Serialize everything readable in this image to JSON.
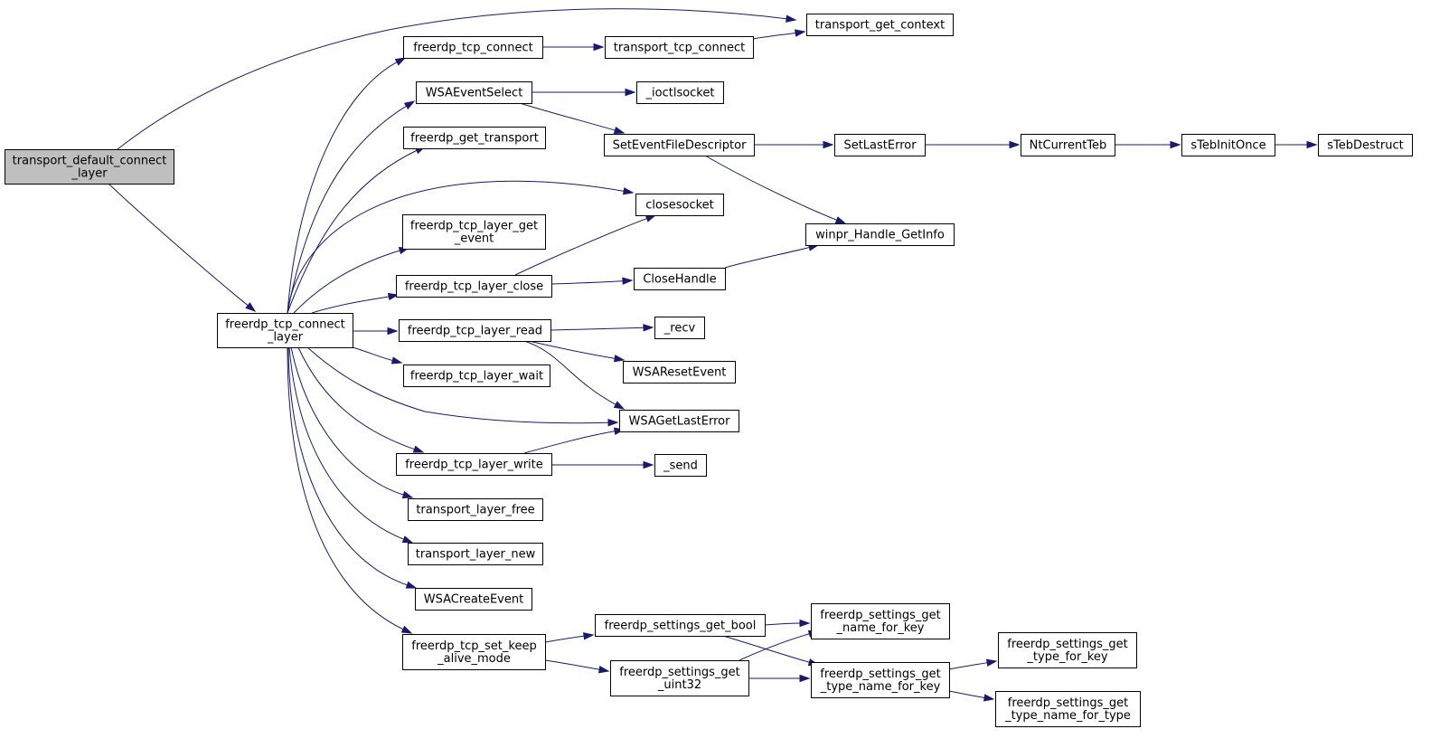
{
  "diagram": {
    "type": "call-graph",
    "edge_color": "#191970",
    "root_fill": "#bfbfbf",
    "nodes": [
      {
        "id": "tdcl",
        "label": [
          "transport_default_connect",
          "_layer"
        ],
        "root": true
      },
      {
        "id": "ftcl",
        "label": [
          "freerdp_tcp_connect",
          "_layer"
        ]
      },
      {
        "id": "ftc",
        "label": [
          "freerdp_tcp_connect"
        ]
      },
      {
        "id": "ttc",
        "label": [
          "transport_tcp_connect"
        ]
      },
      {
        "id": "tgc",
        "label": [
          "transport_get_context"
        ]
      },
      {
        "id": "wes",
        "label": [
          "WSAEventSelect"
        ]
      },
      {
        "id": "ioct",
        "label": [
          "_ioctlsocket"
        ]
      },
      {
        "id": "sefd",
        "label": [
          "SetEventFileDescriptor"
        ]
      },
      {
        "id": "sle",
        "label": [
          "SetLastError"
        ]
      },
      {
        "id": "nct",
        "label": [
          "NtCurrentTeb"
        ]
      },
      {
        "id": "stio",
        "label": [
          "sTebInitOnce"
        ]
      },
      {
        "id": "std",
        "label": [
          "sTebDestruct"
        ]
      },
      {
        "id": "fgt",
        "label": [
          "freerdp_get_transport"
        ]
      },
      {
        "id": "cs",
        "label": [
          "closesocket"
        ]
      },
      {
        "id": "whgi",
        "label": [
          "winpr_Handle_GetInfo"
        ]
      },
      {
        "id": "ftlge",
        "label": [
          "freerdp_tcp_layer_get",
          "_event"
        ]
      },
      {
        "id": "ftlc",
        "label": [
          "freerdp_tcp_layer_close"
        ]
      },
      {
        "id": "ch",
        "label": [
          "CloseHandle"
        ]
      },
      {
        "id": "ftlr",
        "label": [
          "freerdp_tcp_layer_read"
        ]
      },
      {
        "id": "recv",
        "label": [
          "_recv"
        ]
      },
      {
        "id": "wre",
        "label": [
          "WSAResetEvent"
        ]
      },
      {
        "id": "ftlwait",
        "label": [
          "freerdp_tcp_layer_wait"
        ]
      },
      {
        "id": "wgle",
        "label": [
          "WSAGetLastError"
        ]
      },
      {
        "id": "ftlw",
        "label": [
          "freerdp_tcp_layer_write"
        ]
      },
      {
        "id": "send",
        "label": [
          "_send"
        ]
      },
      {
        "id": "tlf",
        "label": [
          "transport_layer_free"
        ]
      },
      {
        "id": "tln",
        "label": [
          "transport_layer_new"
        ]
      },
      {
        "id": "wce",
        "label": [
          "WSACreateEvent"
        ]
      },
      {
        "id": "ftskam",
        "label": [
          "freerdp_tcp_set_keep",
          "_alive_mode"
        ]
      },
      {
        "id": "fsgb",
        "label": [
          "freerdp_settings_get_bool"
        ]
      },
      {
        "id": "fsgu",
        "label": [
          "freerdp_settings_get",
          "_uint32"
        ]
      },
      {
        "id": "fsgnk",
        "label": [
          "freerdp_settings_get",
          "_name_for_key"
        ]
      },
      {
        "id": "fsgtnk",
        "label": [
          "freerdp_settings_get",
          "_type_name_for_key"
        ]
      },
      {
        "id": "fsgtk",
        "label": [
          "freerdp_settings_get",
          "_type_for_key"
        ]
      },
      {
        "id": "fsgtnt",
        "label": [
          "freerdp_settings_get",
          "_type_name_for_type"
        ]
      }
    ],
    "edges": [
      [
        "tdcl",
        "tgc"
      ],
      [
        "tdcl",
        "ftcl"
      ],
      [
        "ftcl",
        "ftc"
      ],
      [
        "ftcl",
        "wes"
      ],
      [
        "ftcl",
        "fgt"
      ],
      [
        "ftcl",
        "cs"
      ],
      [
        "ftcl",
        "ftlge"
      ],
      [
        "ftcl",
        "ftlc"
      ],
      [
        "ftcl",
        "ftlr"
      ],
      [
        "ftcl",
        "ftlwait"
      ],
      [
        "ftcl",
        "wgle"
      ],
      [
        "ftcl",
        "ftlw"
      ],
      [
        "ftcl",
        "tlf"
      ],
      [
        "ftcl",
        "tln"
      ],
      [
        "ftcl",
        "wce"
      ],
      [
        "ftcl",
        "ftskam"
      ],
      [
        "ftc",
        "ttc"
      ],
      [
        "ttc",
        "tgc"
      ],
      [
        "wes",
        "ioct"
      ],
      [
        "wes",
        "sefd"
      ],
      [
        "sefd",
        "sle"
      ],
      [
        "sefd",
        "whgi"
      ],
      [
        "sle",
        "nct"
      ],
      [
        "nct",
        "stio"
      ],
      [
        "stio",
        "std"
      ],
      [
        "ftlc",
        "cs"
      ],
      [
        "ftlc",
        "ch"
      ],
      [
        "ch",
        "whgi"
      ],
      [
        "ftlr",
        "recv"
      ],
      [
        "ftlr",
        "wre"
      ],
      [
        "ftlr",
        "wgle"
      ],
      [
        "ftlw",
        "wgle"
      ],
      [
        "ftlw",
        "send"
      ],
      [
        "ftskam",
        "fsgb"
      ],
      [
        "ftskam",
        "fsgu"
      ],
      [
        "fsgb",
        "fsgnk"
      ],
      [
        "fsgb",
        "fsgtnk"
      ],
      [
        "fsgu",
        "fsgnk"
      ],
      [
        "fsgu",
        "fsgtnk"
      ],
      [
        "fsgtnk",
        "fsgtk"
      ],
      [
        "fsgtnk",
        "fsgtnt"
      ]
    ]
  }
}
